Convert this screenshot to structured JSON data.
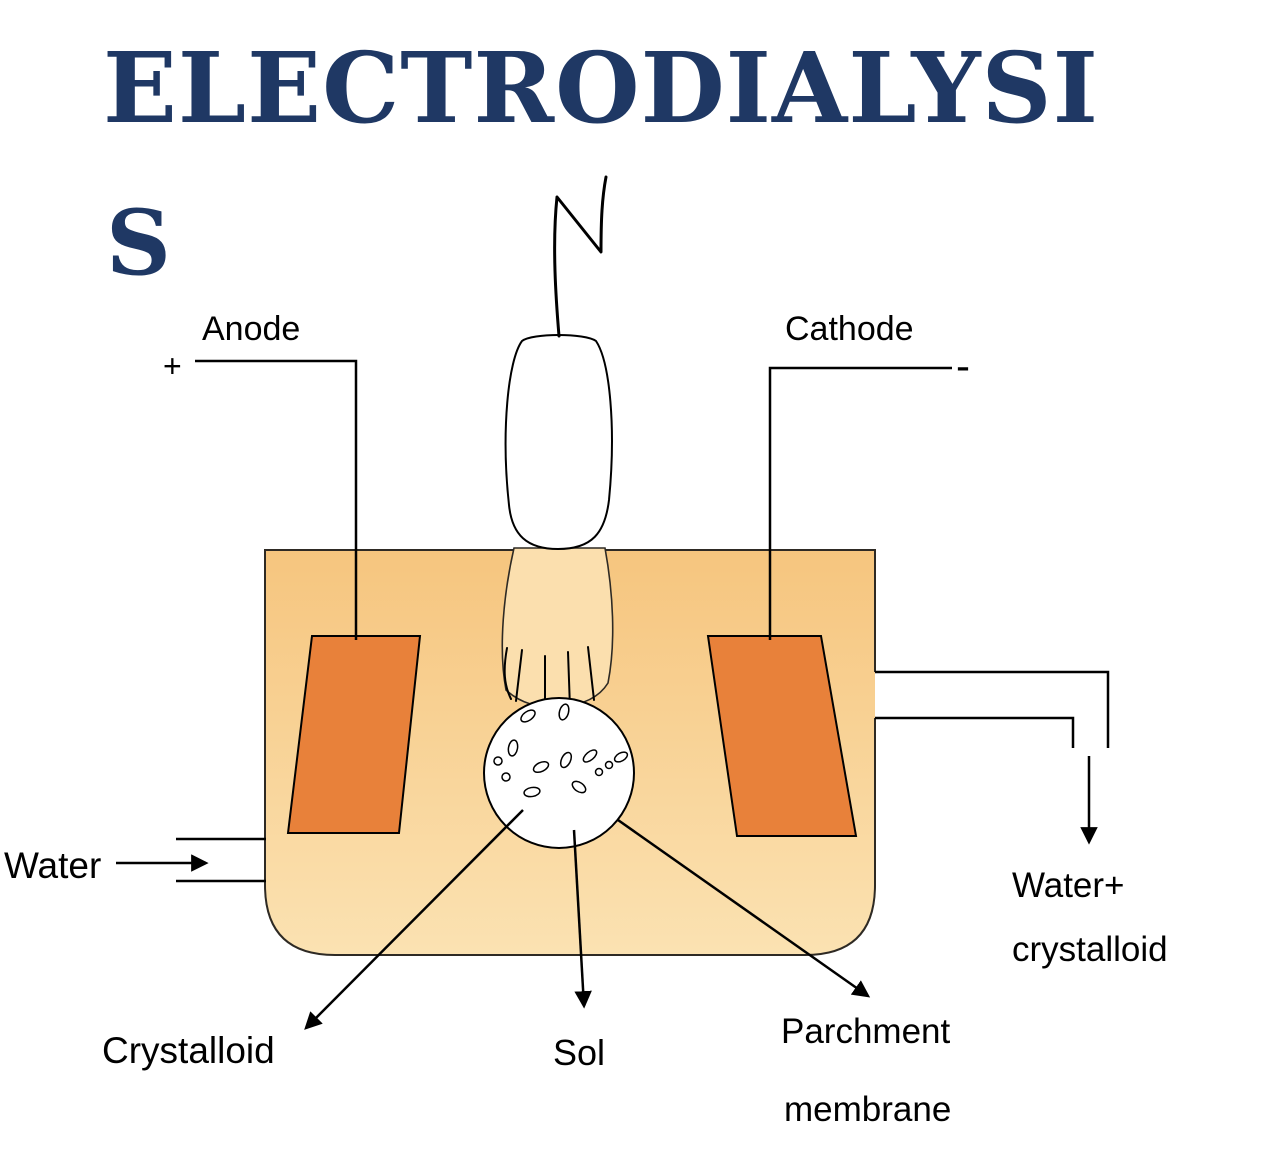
{
  "title": {
    "line1": "ELECTRODIALYSI",
    "line2": "S"
  },
  "labels": {
    "anode": "Anode",
    "anode_sign": "+",
    "cathode": "Cathode",
    "cathode_sign": "-",
    "water_in": "Water",
    "water_out_1": "Water+",
    "water_out_2": "crystalloid",
    "crystalloid": "Crystalloid",
    "sol": "Sol",
    "membrane_1": "Parchment",
    "membrane_2": "membrane"
  },
  "colors": {
    "title": "#1f3864",
    "tank_top": "#f6c57e",
    "tank_bottom": "#fbe2b2",
    "electrode": "#e8813a",
    "bag": "#fbdfae",
    "outline": "#2e2a24"
  }
}
